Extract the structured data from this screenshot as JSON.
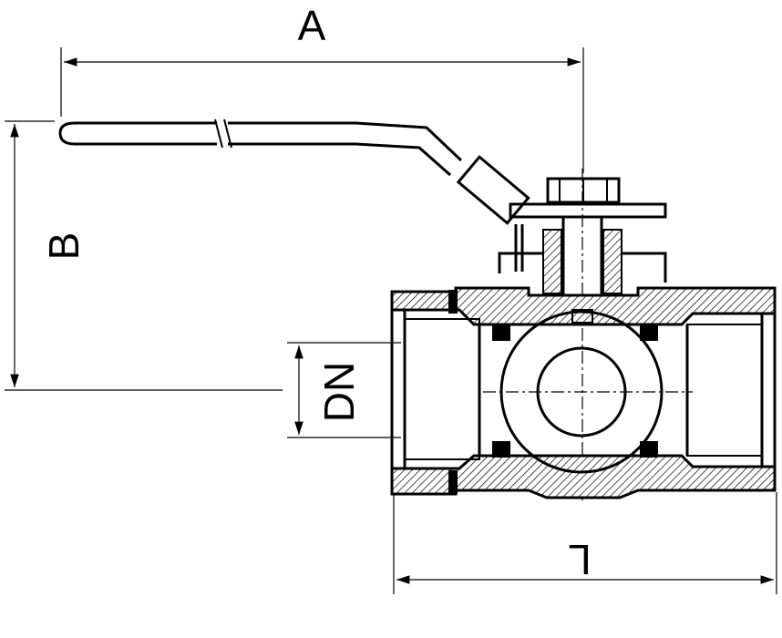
{
  "dimensions": {
    "A": "A",
    "B": "B",
    "DN": "DN",
    "L": "L"
  }
}
